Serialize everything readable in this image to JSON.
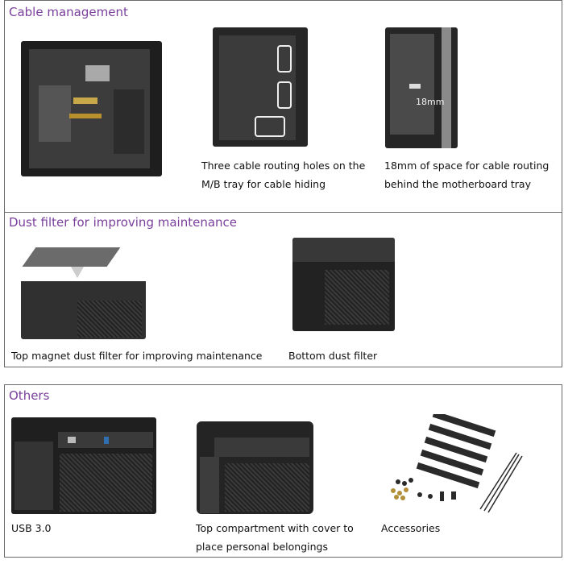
{
  "cable_management": {
    "title": "Cable management",
    "items": [
      {
        "caption_line1": "Three cable routing holes on the",
        "caption_line2": "M/B tray for cable hiding"
      },
      {
        "caption_line1": "18mm of space for cable routing",
        "caption_line2": "behind the motherboard tray",
        "measure_label": "18mm"
      }
    ]
  },
  "dust_filter": {
    "title": "Dust filter for improving maintenance",
    "items": [
      {
        "caption": "Top magnet dust filter for improving maintenance"
      },
      {
        "caption": "Bottom dust filter"
      }
    ]
  },
  "others": {
    "title": "Others",
    "items": [
      {
        "caption_line1": "USB 3.0",
        "caption_line2": ""
      },
      {
        "caption_line1": "Top compartment with cover to",
        "caption_line2": "place personal belongings"
      },
      {
        "caption_line1": "Accessories",
        "caption_line2": ""
      }
    ]
  },
  "colors": {
    "title": "#7a3f9c",
    "border": "#6a6a6a"
  }
}
